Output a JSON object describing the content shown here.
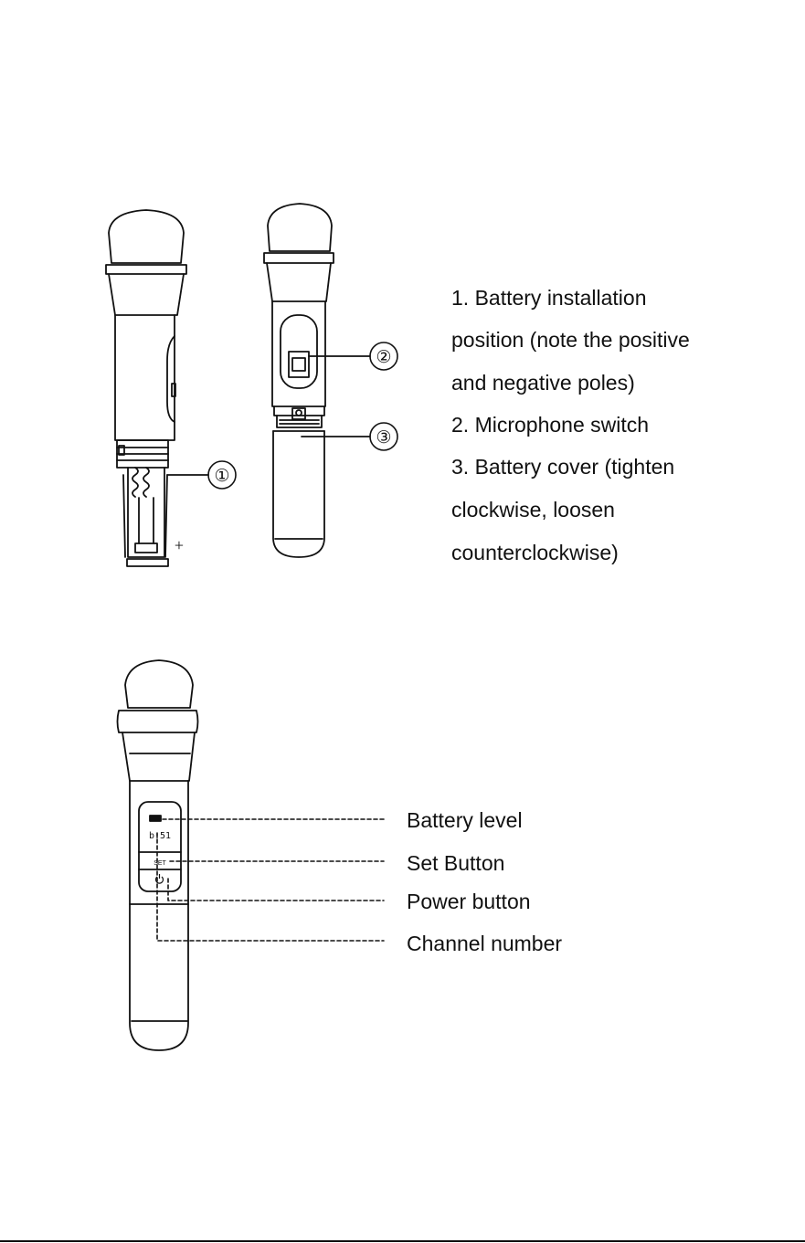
{
  "legend": {
    "lines": [
      "1. Battery installation",
      "position (note the positive",
      "and negative poles)",
      "2. Microphone switch",
      "3. Battery cover (tighten",
      "clockwise, loosen",
      "counterclockwise)"
    ]
  },
  "callouts": {
    "battery_level": "Battery level",
    "set_button": "Set Button",
    "power_button": "Power button",
    "channel_number": "Channel number"
  },
  "markers": {
    "one": "①",
    "two": "②",
    "three": "③",
    "plus": "+"
  },
  "display": {
    "channel_digits": "b:51",
    "set_label": "SET"
  }
}
